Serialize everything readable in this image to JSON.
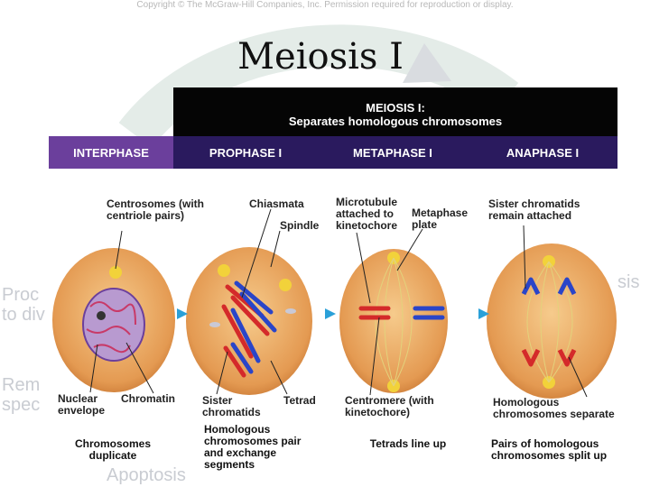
{
  "copyright": "Copyright © The McGraw-Hill Companies, Inc. Permission required for reproduction or display.",
  "slide_title": "Meiosis I",
  "header": {
    "line1": "MEIOSIS I:",
    "line2": "Separates homologous chromosomes"
  },
  "stages": [
    {
      "label": "INTERPHASE"
    },
    {
      "label": "PROPHASE I"
    },
    {
      "label": "METAPHASE I"
    },
    {
      "label": "ANAPHASE I"
    }
  ],
  "labels": {
    "centrosomes": "Centrosomes (with centriole pairs)",
    "chiasmata": "Chiasmata",
    "spindle": "Spindle",
    "microtubule": "Microtubule attached to kinetochore",
    "metaphase_plate": "Metaphase plate",
    "sister_attached": "Sister chromatids remain attached",
    "nuclear_envelope": "Nuclear envelope",
    "chromatin": "Chromatin",
    "sister_chromatids": "Sister chromatids",
    "tetrad": "Tetrad",
    "centromere": "Centromere (with kinetochore)",
    "homologous_separate": "Homologous chromosomes separate"
  },
  "captions": {
    "interphase": "Chromosomes duplicate",
    "prophase": "Homologous chromosomes pair and exchange segments",
    "metaphase": "Tetrads line up",
    "anaphase": "Pairs of homologous chromosomes split up"
  },
  "background_text": {
    "left1": "Proc",
    "left2": "to div",
    "left3": "Rem",
    "left4": "spec",
    "right": "sis",
    "bottom": "Apoptosis"
  },
  "colors": {
    "stage_bar": "#2a1a5e",
    "interphase_bar": "#6b3f9c",
    "cell_fill": "#e9a45a",
    "chromosome_red": "#d42a2a",
    "chromosome_blue": "#2a45c8",
    "arrow": "#2aa0d8"
  }
}
